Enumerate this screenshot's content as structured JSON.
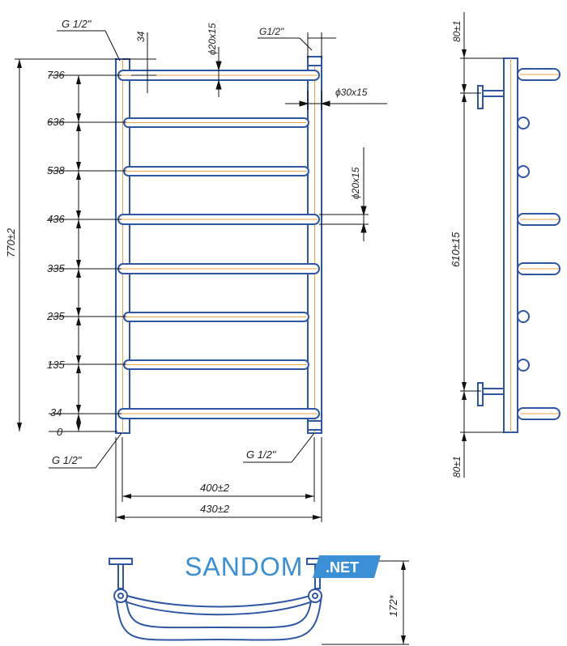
{
  "front_view": {
    "top_left_connection": "G 1/2\"",
    "bottom_left_connection": "G 1/2\"",
    "bottom_right_connection": "G 1/2\"",
    "top_right_connection": "G1/2\"",
    "offset_top": "34",
    "rail_pipe_top": "ϕ20x15",
    "rail_pipe_mid": "ϕ20x15",
    "frame_pipe": "ϕ30x15",
    "total_height": "770±2",
    "inner_width": "400±2",
    "outer_width": "430±2",
    "rungs": [
      "736",
      "636",
      "538",
      "436",
      "335",
      "235",
      "135",
      "34",
      "0"
    ]
  },
  "side_view": {
    "top_offset": "80±1",
    "mount_spacing": "610±15",
    "bottom_offset": "80±1"
  },
  "top_view": {
    "depth": "172*"
  },
  "watermark": {
    "brand": "SANDOM",
    "domain": ".NET"
  }
}
